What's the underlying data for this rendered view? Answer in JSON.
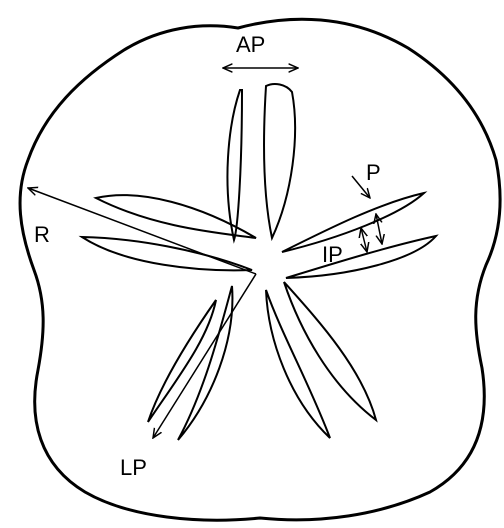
{
  "labels": {
    "ap": "AP",
    "p": "P",
    "r": "R",
    "ip": "IP",
    "lp": "LP"
  },
  "colors": {
    "stroke": "#000000",
    "background": "#ffffff"
  }
}
